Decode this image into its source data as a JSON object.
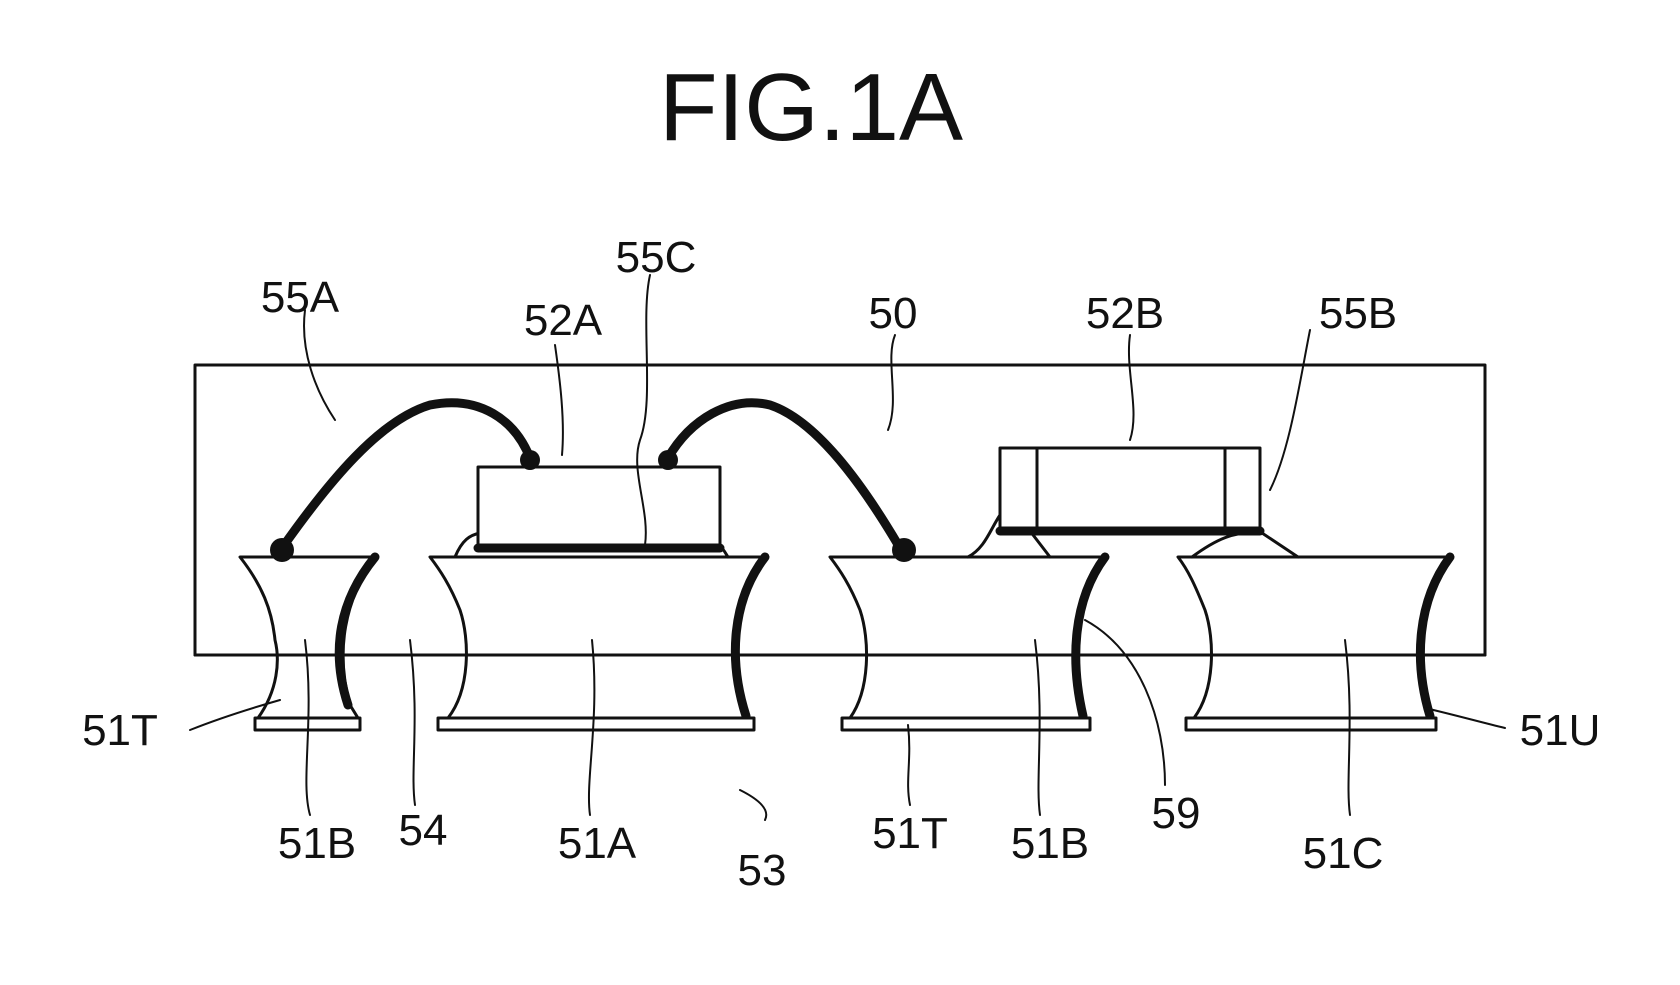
{
  "figure": {
    "title": "FIG.1A"
  },
  "labels": {
    "l55A": "55A",
    "l52A": "52A",
    "l55C": "55C",
    "l50": "50",
    "l52B": "52B",
    "l55B": "55B",
    "l51T_left": "51T",
    "l51U": "51U",
    "l51B_left": "51B",
    "l54": "54",
    "l51A": "51A",
    "l53": "53",
    "l51T_mid": "51T",
    "l51B_mid": "51B",
    "l59": "59",
    "l51C": "51C"
  }
}
